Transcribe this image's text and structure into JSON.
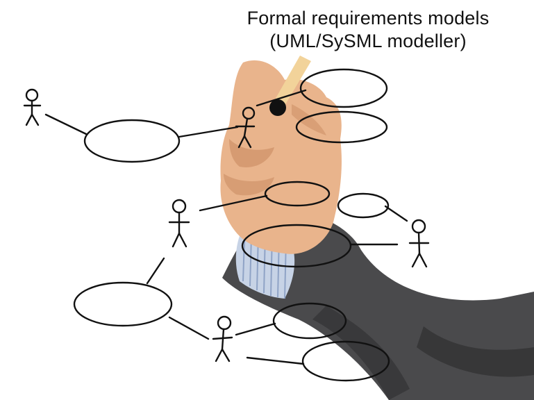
{
  "caption": {
    "line1": "Formal requirements models",
    "line2": "(UML/SySML modeller)"
  },
  "colors": {
    "background": "#ffffff",
    "ink": "#111111",
    "skin": "#e9b48c",
    "skin_shadow": "#c98a60",
    "sleeve": "#4a4a4c",
    "sleeve_dark": "#2f2f31",
    "shirt": "#c7d3e6",
    "shirt_stripe": "#8fa3c6",
    "marker_body": "#f2d39a"
  },
  "scene": {
    "actors": [
      "actor-1",
      "actor-2",
      "actor-3",
      "actor-4",
      "actor-5"
    ],
    "use_cases": [
      "use-case-1",
      "use-case-2",
      "use-case-3",
      "use-case-4",
      "use-case-5",
      "use-case-6",
      "use-case-7",
      "use-case-8",
      "use-case-9",
      "use-case-10"
    ]
  }
}
